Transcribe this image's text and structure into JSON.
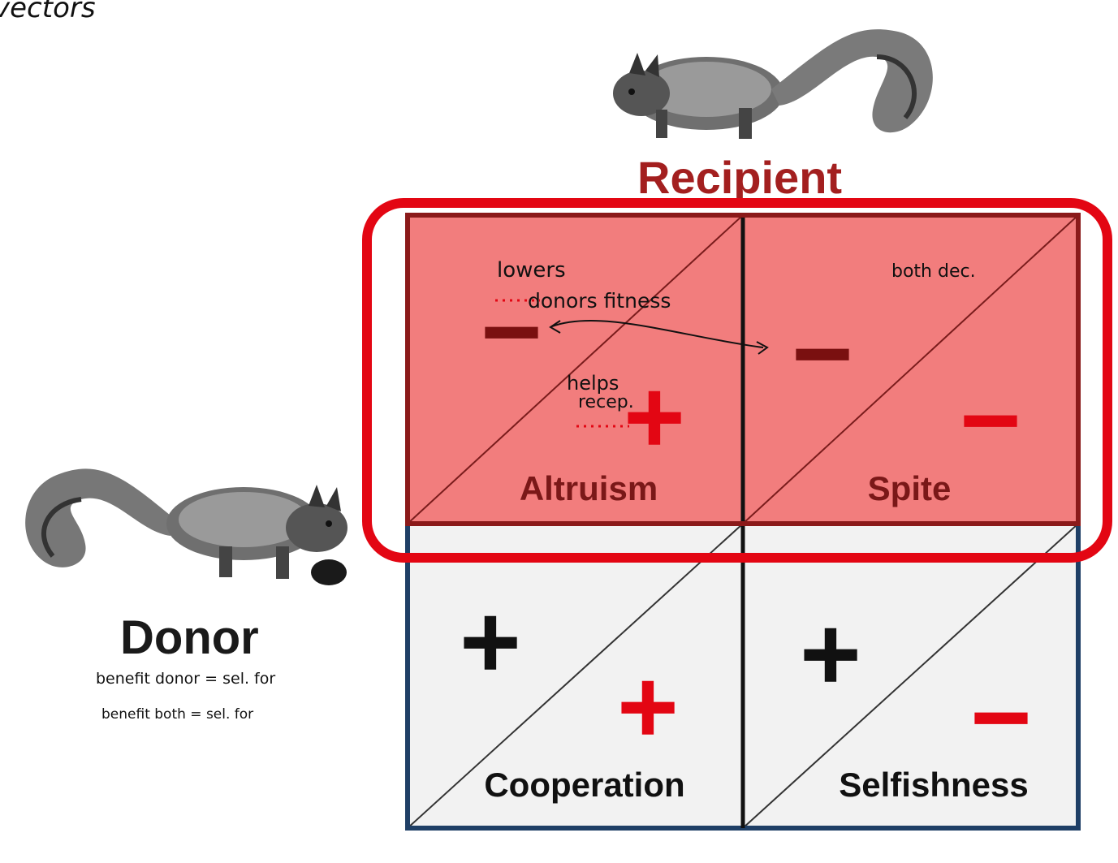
{
  "header_scribble": "vectors",
  "recipient": {
    "label": "Recipient",
    "color": "#9b1b1b"
  },
  "donor": {
    "label": "Donor",
    "notes": [
      "benefit donor = sel. for",
      "benefit both = sel. for"
    ]
  },
  "matrix": {
    "highlight_color": "#e30613",
    "cells": [
      {
        "name": "Altruism",
        "donor_sign": "−",
        "recipient_sign": "+"
      },
      {
        "name": "Spite",
        "donor_sign": "−",
        "recipient_sign": "−"
      },
      {
        "name": "Cooperation",
        "donor_sign": "+",
        "recipient_sign": "+"
      },
      {
        "name": "Selfishness",
        "donor_sign": "+",
        "recipient_sign": "−"
      }
    ]
  },
  "annotations": {
    "altruism_donor": [
      "lowers",
      "donors fitness"
    ],
    "altruism_recipient": [
      "helps",
      "recep."
    ],
    "spite_note": "both dec."
  }
}
